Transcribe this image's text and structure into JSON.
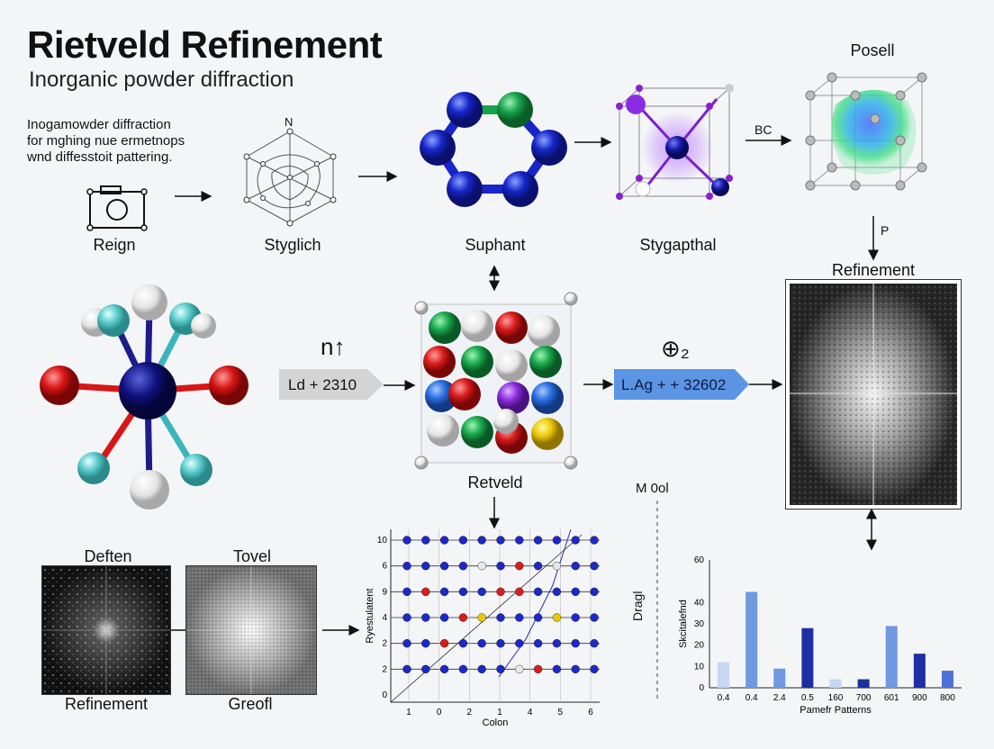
{
  "header": {
    "title": "Rietveld Refinement",
    "subtitle": "Inorganic powder diffraction"
  },
  "intro": {
    "line1": "Inogamowder diffraction",
    "line2": "for mghing nue ermetnops",
    "line3": "wnd diffesstoit pattering."
  },
  "top_row": {
    "n_label": "N",
    "reign_label": "Reign",
    "styglich_label": "Styglich",
    "suphant_label": "Suphant",
    "stygaphal_label": "Stygapthal",
    "bc_label": "BC",
    "posell_label": "Posell",
    "p_label": "P"
  },
  "middle_row": {
    "n_symbol": "n↑",
    "ld_tag": "Ld + 2310",
    "plus2_symbol": "⊕₂",
    "lag_tag": "L.Ag + + 32602",
    "retveld_label": "Retveld",
    "refinement_label": "Refinement"
  },
  "bottom_row": {
    "deften_label": "Deften",
    "tovel_label": "Tovel",
    "refinement_label": "Refinement",
    "greofl_label": "Greofl",
    "m001_label": "M 0ol",
    "dragl_label": "Dragl"
  },
  "chart_data": [
    {
      "type": "scatter",
      "title": "",
      "xlabel": "Colon",
      "ylabel": "Ryestulatent",
      "x_ticks": [
        "1",
        "0",
        "2",
        "1",
        "4",
        "5",
        "6"
      ],
      "y_ticks": [
        "10",
        "6",
        "9",
        "4",
        "2",
        "2",
        "0"
      ]
    },
    {
      "type": "bar",
      "title": "",
      "xlabel": "Pamefr Patterns",
      "ylabel": "Skcitalefnd",
      "categories": [
        "0.4",
        "0.4",
        "2.4",
        "0.5",
        "160",
        "700",
        "601",
        "900",
        "800"
      ],
      "values": [
        12,
        45,
        9,
        28,
        4,
        4,
        29,
        16,
        8
      ],
      "ylim": [
        0,
        60
      ],
      "y_ticks": [
        "60",
        "40",
        "30",
        "20",
        "10",
        "0"
      ],
      "colors": [
        "#c6d6f3",
        "#6f99e0",
        "#6f99e0",
        "#1f2fa3",
        "#c6d6f3",
        "#1f2fa3",
        "#6f99e0",
        "#1f2fa3",
        "#4b72d6"
      ]
    }
  ]
}
